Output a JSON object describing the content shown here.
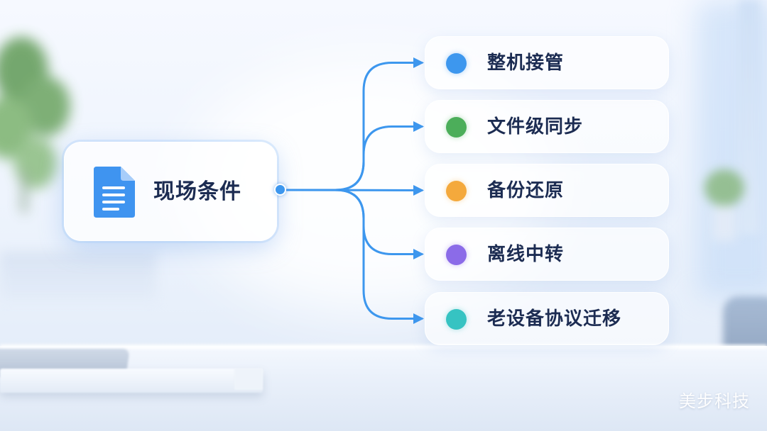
{
  "source": {
    "label": "现场条件",
    "icon": "document-icon",
    "accent_color": "#3d97ee"
  },
  "options": [
    {
      "label": "整机接管",
      "dot_color": "#3d97ee"
    },
    {
      "label": "文件级同步",
      "dot_color": "#4cae5a"
    },
    {
      "label": "备份还原",
      "dot_color": "#f4a93c"
    },
    {
      "label": "离线中转",
      "dot_color": "#8b6be8"
    },
    {
      "label": "老设备协议迁移",
      "dot_color": "#36c3c2"
    }
  ],
  "watermark": "美步科技",
  "colors": {
    "connector": "#3d97ee",
    "text": "#1c2c52"
  }
}
